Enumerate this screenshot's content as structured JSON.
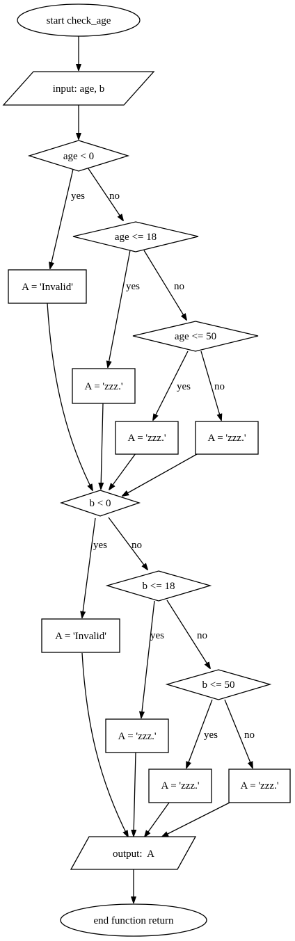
{
  "nodes": {
    "start": "start check_age",
    "input": "input: age, b",
    "age_lt_0": "age < 0",
    "age_invalid": "A = 'Invalid'",
    "age_le_18": "age <= 18",
    "age_zzz_1": "A = 'zzz.'",
    "age_le_50": "age <= 50",
    "age_zzz_2": "A = 'zzz.'",
    "age_zzz_3": "A = 'zzz.'",
    "b_lt_0": "b < 0",
    "b_invalid": "A = 'Invalid'",
    "b_le_18": "b <= 18",
    "b_zzz_1": "A = 'zzz.'",
    "b_le_50": "b <= 50",
    "b_zzz_2": "A = 'zzz.'",
    "b_zzz_3": "A = 'zzz.'",
    "output": "output:  A",
    "end": "end function return"
  },
  "edge_labels": {
    "age_lt_0_yes": "yes",
    "age_lt_0_no": "no",
    "age_le_18_yes": "yes",
    "age_le_18_no": "no",
    "age_le_50_yes": "yes",
    "age_le_50_no": "no",
    "b_lt_0_yes": "yes",
    "b_lt_0_no": "no",
    "b_le_18_yes": "yes",
    "b_le_18_no": "no",
    "b_le_50_yes": "yes",
    "b_le_50_no": "no"
  }
}
